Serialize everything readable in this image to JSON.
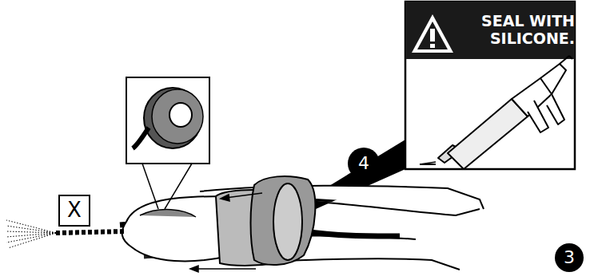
{
  "diagram": {
    "nodes": [
      {
        "text": [
          "SEAL WITH SILICONE."
        ]
      },
      {
        "text": [
          "4"
        ]
      },
      {
        "text": [
          "X"
        ]
      },
      {
        "text": [
          "3"
        ]
      }
    ]
  }
}
